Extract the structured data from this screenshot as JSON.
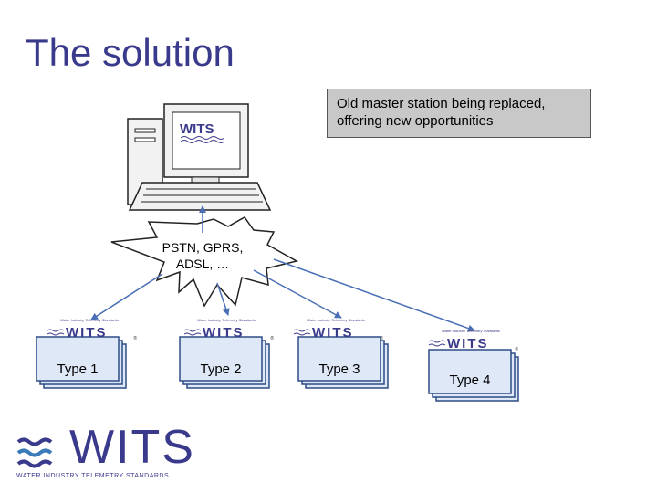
{
  "slide": {
    "title": "The solution"
  },
  "callout": {
    "line1": "Old master station being replaced,",
    "line2": "offering new opportunities"
  },
  "network": {
    "line1": "PSTN, GPRS,",
    "line2": "ADSL, …"
  },
  "outstations": [
    {
      "label": "Type 1"
    },
    {
      "label": "Type 2"
    },
    {
      "label": "Type 3"
    },
    {
      "label": "Type 4"
    }
  ],
  "wits_small": {
    "tagline": "Water Industry Telemetry Standards",
    "word": "WITS",
    "reg": "®"
  },
  "logo": {
    "word": "WITS",
    "subtitle": "WATER INDUSTRY TELEMETRY STANDARDS"
  },
  "colors": {
    "brand": "#3a3a8c",
    "arrow": "#4a6fb5",
    "box_fill": "#dfe8f6",
    "box_border": "#2d4d86"
  }
}
